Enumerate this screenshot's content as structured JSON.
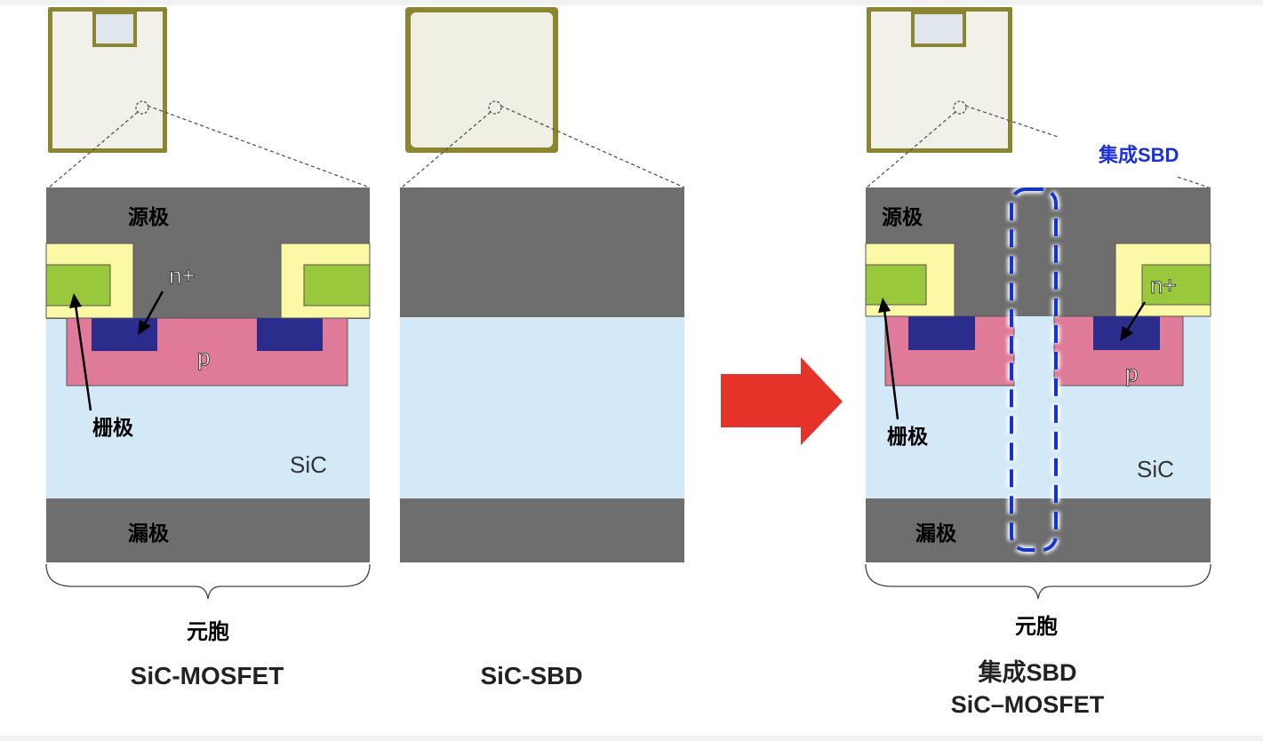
{
  "colors": {
    "metal": "#6e6e6e",
    "sic": "#d3e9f8",
    "p_region": "#df7a98",
    "n_plus": "#2b2d8c",
    "gate": "#9ac83c",
    "gate_oxide": "#fbf8a6",
    "chip_border": "#8b8430",
    "chip_face": "#f1f1ea",
    "arrow": "#e5332a",
    "sbd_outline": "#1433d6",
    "sbd_label": "#1a2fe0"
  },
  "icons": {
    "arrow": "right-arrow",
    "magnifier_circle": "dashed-circle"
  },
  "panels": {
    "mosfet": {
      "source_label": "源极",
      "drain_label": "漏极",
      "gate_label": "栅极",
      "nplus_label": "n+",
      "p_label": "p",
      "sic_label": "SiC",
      "cell_label": "元胞",
      "title": "SiC-MOSFET"
    },
    "sbd": {
      "title": "SiC-SBD"
    },
    "integrated": {
      "source_label": "源极",
      "drain_label": "漏极",
      "gate_label": "栅极",
      "nplus_label": "n+",
      "p_label": "p",
      "sic_label": "SiC",
      "cell_label": "元胞",
      "sbd_callout": "集成SBD",
      "title_line1": "集成SBD",
      "title_line2": "SiC–MOSFET"
    }
  }
}
